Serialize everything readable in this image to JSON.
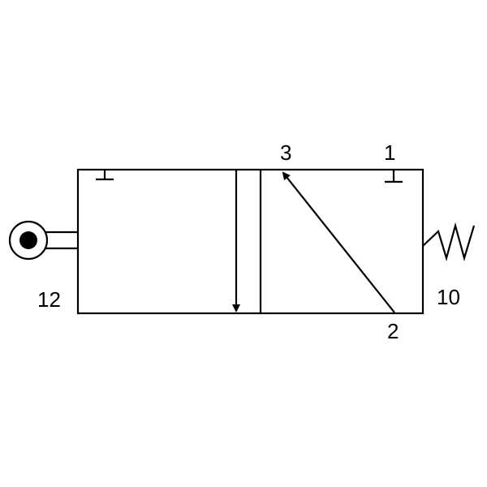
{
  "diagram": {
    "kind": "3/2 pneumatic directional control valve symbol",
    "colors": {
      "line": "#000000",
      "background": "#ffffff"
    },
    "ports": {
      "port_1": "1",
      "port_2": "2",
      "port_3": "3",
      "pilot_12": "12",
      "spring_10": "10"
    },
    "left_actuator": "roller-icon",
    "right_actuator": "spring-icon"
  }
}
